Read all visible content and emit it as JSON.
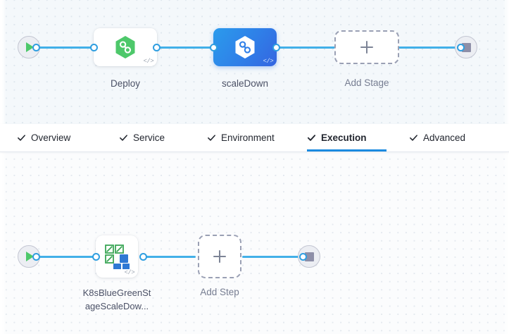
{
  "theme": {
    "accent": "#1b8ae0",
    "connector": "#42b0e8",
    "connector_dot_border": "#2f9ee0",
    "selected_node_from": "#2b9bec",
    "selected_node_to": "#3565e0",
    "play_green": "#4dc86a",
    "stop_gray": "#8e8fa8",
    "dashed_border": "#9aa0b4",
    "label_color": "#4b5166",
    "stage_canvas_bg": "#f4f8fb",
    "steps_canvas_bg": "#fbfcfd",
    "harness_green": "#4dc86a",
    "k8s_green": "#3aa655",
    "k8s_blue": "#2f78d4"
  },
  "stage_canvas": {
    "start_node": {
      "name": "pipeline-start",
      "icon": "play-icon"
    },
    "end_node": {
      "name": "pipeline-end",
      "icon": "stop-icon"
    },
    "nodes": [
      {
        "id": "deploy",
        "label": "Deploy",
        "icon": "harness-hexagon-icon",
        "selected": false,
        "code_badge": "</>"
      },
      {
        "id": "scaledown",
        "label": "scaleDown",
        "icon": "harness-hexagon-icon",
        "selected": true,
        "code_badge": "</>"
      }
    ],
    "add_stage": {
      "label": "Add Stage",
      "icon": "plus-icon"
    }
  },
  "tabs": [
    {
      "id": "overview",
      "label": "Overview",
      "icon": "check-icon",
      "active": false
    },
    {
      "id": "service",
      "label": "Service",
      "icon": "check-icon",
      "active": false
    },
    {
      "id": "environment",
      "label": "Environment",
      "icon": "check-icon",
      "active": false
    },
    {
      "id": "execution",
      "label": "Execution",
      "icon": "check-icon",
      "active": true
    },
    {
      "id": "advanced",
      "label": "Advanced",
      "icon": "check-icon",
      "active": false
    }
  ],
  "steps_canvas": {
    "start_node": {
      "name": "execution-start",
      "icon": "play-icon"
    },
    "end_node": {
      "name": "execution-end",
      "icon": "stop-icon"
    },
    "nodes": [
      {
        "id": "k8s-bluegreen-scaledown",
        "label_line1": "K8sBlueGreenSt",
        "label_line2": "ageScaleDow...",
        "icon": "k8s-bluegreen-icon",
        "code_badge": "</>"
      }
    ],
    "add_step": {
      "label": "Add Step",
      "icon": "plus-icon"
    }
  }
}
